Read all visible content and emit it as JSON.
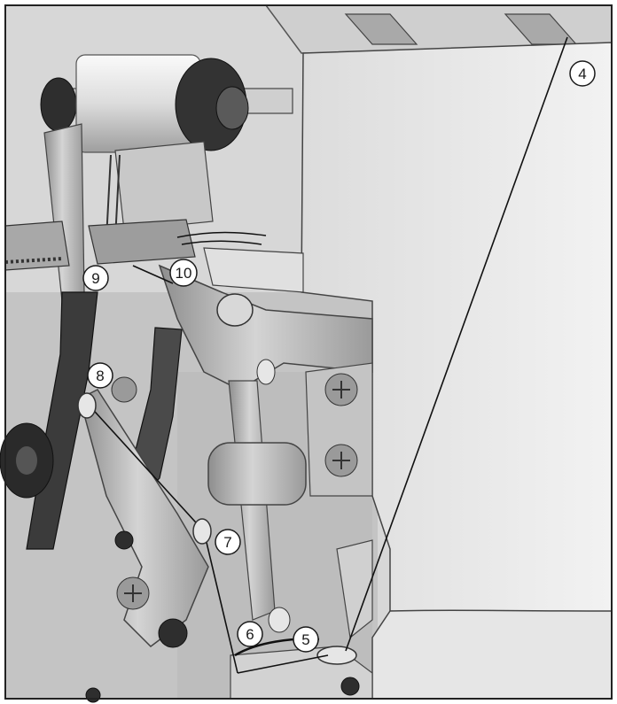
{
  "diagram": {
    "callouts": [
      {
        "id": "4",
        "label": "4"
      },
      {
        "id": "5",
        "label": "5"
      },
      {
        "id": "6",
        "label": "6"
      },
      {
        "id": "7",
        "label": "7"
      },
      {
        "id": "8",
        "label": "8"
      },
      {
        "id": "9",
        "label": "9"
      },
      {
        "id": "10",
        "label": "10"
      }
    ]
  },
  "colors": {
    "housing": "#e8e8e8",
    "housing_shadow": "#c9c9c9",
    "metal": "#b9b9b9",
    "metal_dark": "#8a8a8a",
    "dark_part": "#3a3a3a",
    "black": "#1a1a1a",
    "thread": "#111111",
    "callout_fill": "#ffffff",
    "callout_stroke": "#1a1a1a"
  }
}
